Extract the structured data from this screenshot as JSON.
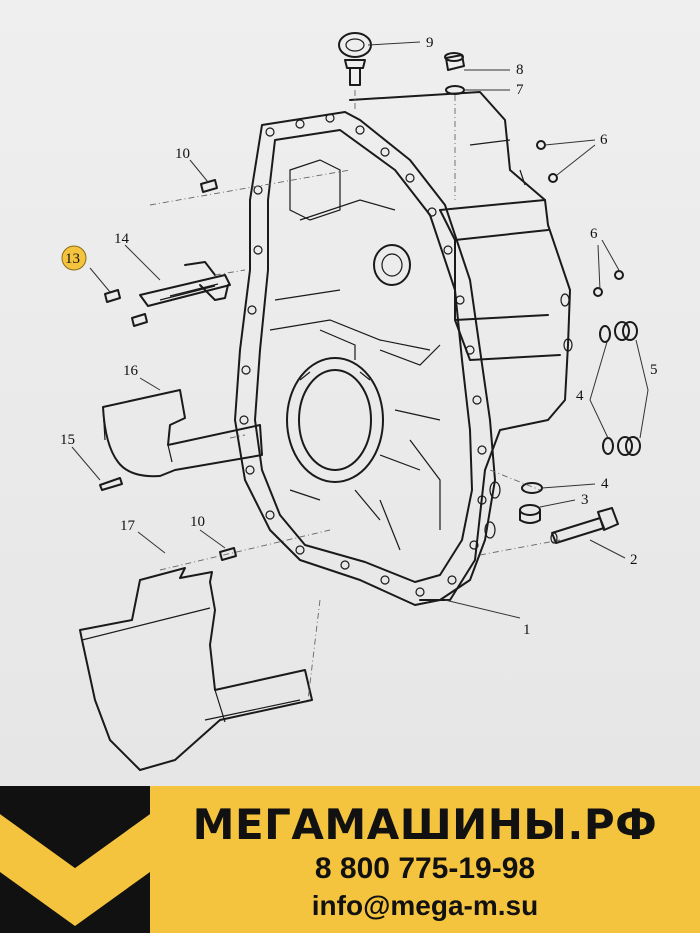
{
  "diagram": {
    "part_callouts": [
      {
        "number": "1"
      },
      {
        "number": "2"
      },
      {
        "number": "3"
      },
      {
        "number": "4",
        "repeat": 2
      },
      {
        "number": "5"
      },
      {
        "number": "6",
        "repeat": 2
      },
      {
        "number": "7"
      },
      {
        "number": "8"
      },
      {
        "number": "9"
      },
      {
        "number": "10",
        "repeat": 2
      },
      {
        "number": "13",
        "highlighted": true
      },
      {
        "number": "14"
      },
      {
        "number": "15"
      },
      {
        "number": "16"
      },
      {
        "number": "17"
      }
    ],
    "highlight_color": "#f5c43f"
  },
  "banner": {
    "brand": "МЕГАМАШИНЫ.РФ",
    "phone": "8 800 775-19-98",
    "email": "info@mega-m.su",
    "background_color": "#f5c43f",
    "logo_color": "#111111"
  }
}
